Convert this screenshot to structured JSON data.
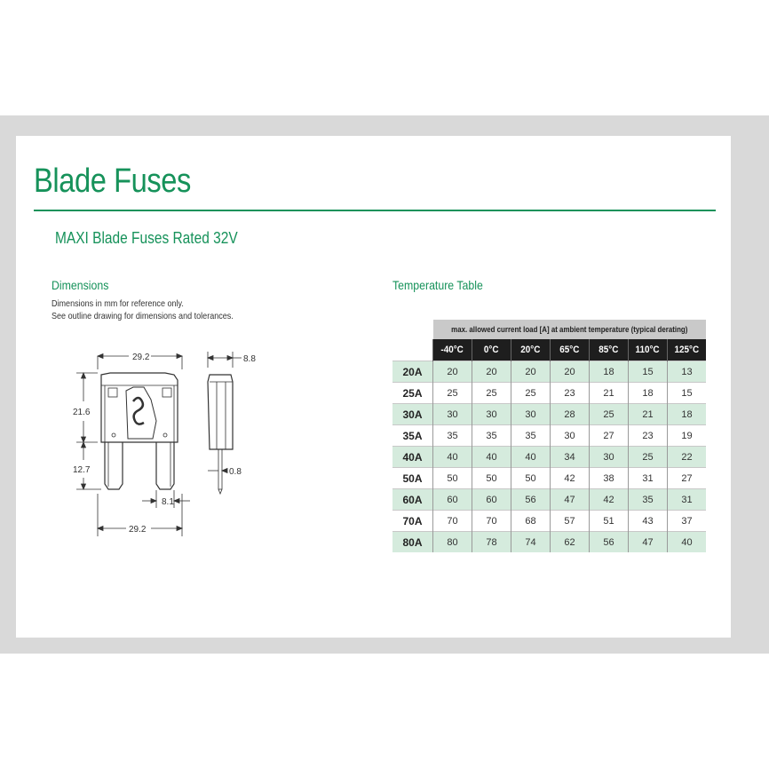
{
  "page": {
    "title": "Blade Fuses",
    "subtitle": "MAXI Blade Fuses Rated 32V"
  },
  "dimensions": {
    "heading": "Dimensions",
    "note_line1": "Dimensions in mm for reference only.",
    "note_line2": "See outline drawing for dimensions and tolerances.",
    "labels": {
      "width_top": "29.2",
      "thickness": "8.8",
      "body_height": "21.6",
      "blade_height": "12.7",
      "blade_thickness": "0.8",
      "blade_gap": "8.1",
      "width_bottom": "29.2"
    }
  },
  "temperature": {
    "heading": "Temperature Table",
    "caption": "max. allowed current load [A] at ambient temperature (typical derating)",
    "columns": [
      "-40°C",
      "0°C",
      "20°C",
      "65°C",
      "85°C",
      "110°C",
      "125°C"
    ],
    "rows": [
      {
        "rating": "20A",
        "values": [
          "20",
          "20",
          "20",
          "20",
          "18",
          "15",
          "13"
        ]
      },
      {
        "rating": "25A",
        "values": [
          "25",
          "25",
          "25",
          "23",
          "21",
          "18",
          "15"
        ]
      },
      {
        "rating": "30A",
        "values": [
          "30",
          "30",
          "30",
          "28",
          "25",
          "21",
          "18"
        ]
      },
      {
        "rating": "35A",
        "values": [
          "35",
          "35",
          "35",
          "30",
          "27",
          "23",
          "19"
        ]
      },
      {
        "rating": "40A",
        "values": [
          "40",
          "40",
          "40",
          "34",
          "30",
          "25",
          "22"
        ]
      },
      {
        "rating": "50A",
        "values": [
          "50",
          "50",
          "50",
          "42",
          "38",
          "31",
          "27"
        ]
      },
      {
        "rating": "60A",
        "values": [
          "60",
          "60",
          "56",
          "47",
          "42",
          "35",
          "31"
        ]
      },
      {
        "rating": "70A",
        "values": [
          "70",
          "70",
          "68",
          "57",
          "51",
          "43",
          "37"
        ]
      },
      {
        "rating": "80A",
        "values": [
          "80",
          "78",
          "74",
          "62",
          "56",
          "47",
          "40"
        ]
      }
    ]
  },
  "colors": {
    "accent": "#16925a",
    "row_shade": "#d5ebdd",
    "header_bg": "#1e1e1e",
    "caption_bg": "#c9c9c9"
  }
}
